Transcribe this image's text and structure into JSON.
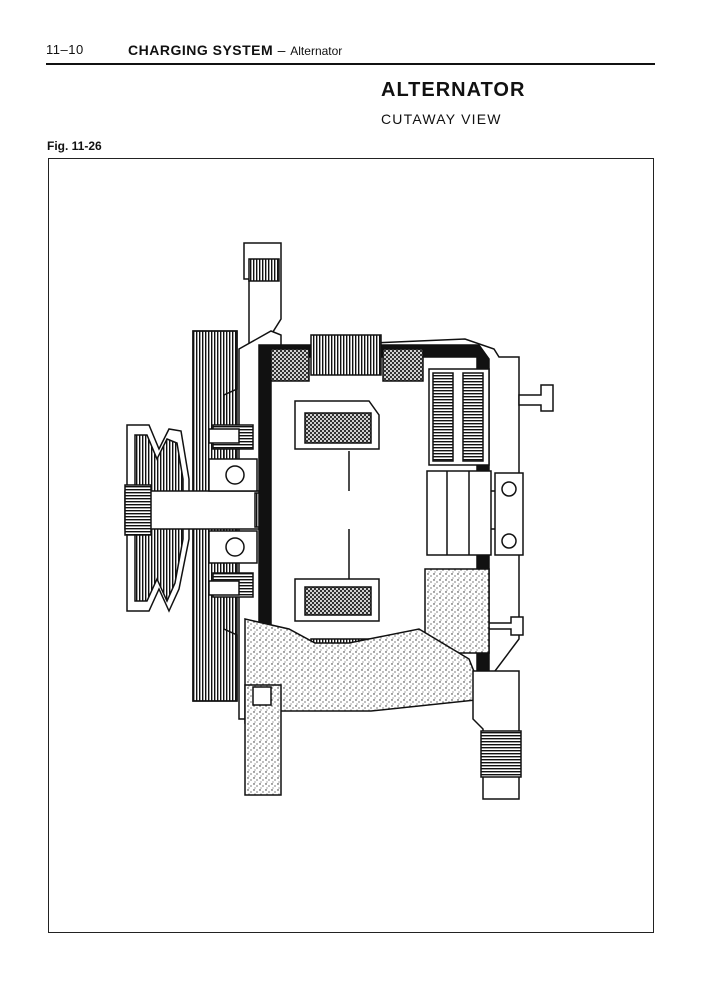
{
  "header": {
    "page_number": "11–10",
    "section": "CHARGING SYSTEM",
    "separator": "–",
    "subsection": "Alternator"
  },
  "title": "ALTERNATOR",
  "subtitle": "CUTAWAY VIEW",
  "figure": {
    "label": "Fig. 11-26",
    "illustration": "alternator-cutaway-illustration"
  }
}
